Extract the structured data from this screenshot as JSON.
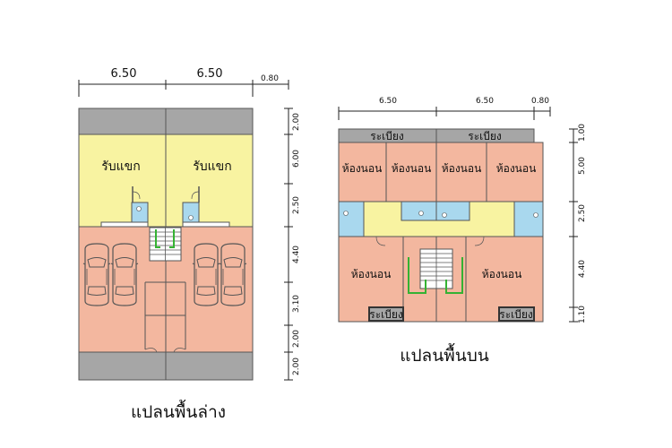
{
  "colors": {
    "grey": "#a6a6a6",
    "yellow": "#f8f3a1",
    "salmon": "#f3b79f",
    "blue": "#a9d8ee",
    "stroke": "#555555",
    "green": "#35b233"
  },
  "ground": {
    "title": "แปลนพื้นล่าง",
    "top_dims": [
      "6.50",
      "6.50",
      "0.80"
    ],
    "side_dims": [
      "2.00",
      "6.00",
      "2.50",
      "4.40",
      "3.10",
      "2.00",
      "2.00"
    ],
    "rooms": {
      "reception_left": "รับแขก",
      "reception_right": "รับแขก"
    }
  },
  "upper": {
    "title": "แปลนพื้นบน",
    "top_dims": [
      "6.50",
      "6.50",
      "0.80"
    ],
    "side_dims": [
      "1.00",
      "5.00",
      "2.50",
      "4.40",
      "1.10"
    ],
    "rooms": {
      "balcony_left": "ระเบียง",
      "balcony_right": "ระเบียง",
      "bedroom_1": "ห้องนอน",
      "bedroom_2": "ห้องนอน",
      "bedroom_3": "ห้องนอน",
      "bedroom_4": "ห้องนอน",
      "bedroom_5": "ห้องนอน",
      "bedroom_6": "ห้องนอน",
      "balcony_bottom_left": "ระเบียง",
      "balcony_bottom_right": "ระเบียง"
    }
  }
}
